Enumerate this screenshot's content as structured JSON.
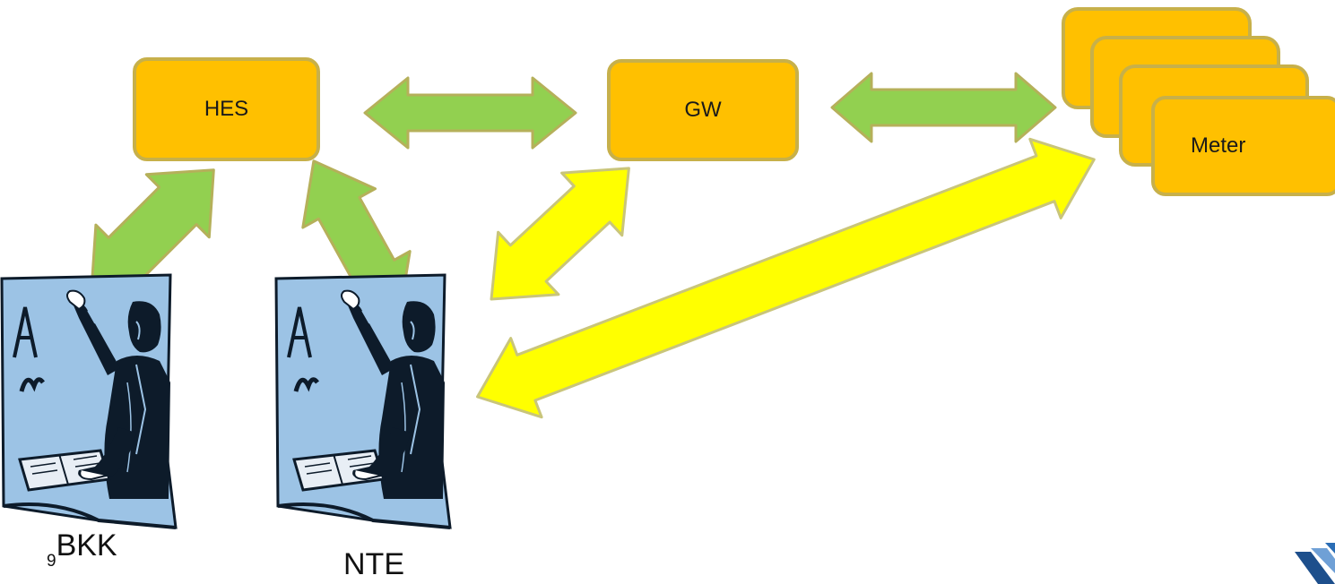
{
  "nodes": {
    "hes": "HES",
    "gw": "GW",
    "meter": "Meter"
  },
  "actors": {
    "bkk_prefix": "9",
    "bkk": "BKK",
    "nte": "NTE"
  },
  "colors": {
    "box_fill": "#ffc000",
    "box_border": "#c7b04a",
    "green_arrow": "#92d050",
    "green_arrow_outline": "#b5b05a",
    "yellow_arrow": "#ffff00",
    "yellow_arrow_outline": "#c9c57a",
    "card_fill": "#9cc3e5"
  },
  "icons": [
    "teacher-clipart-icon",
    "logo-corner-icon"
  ]
}
